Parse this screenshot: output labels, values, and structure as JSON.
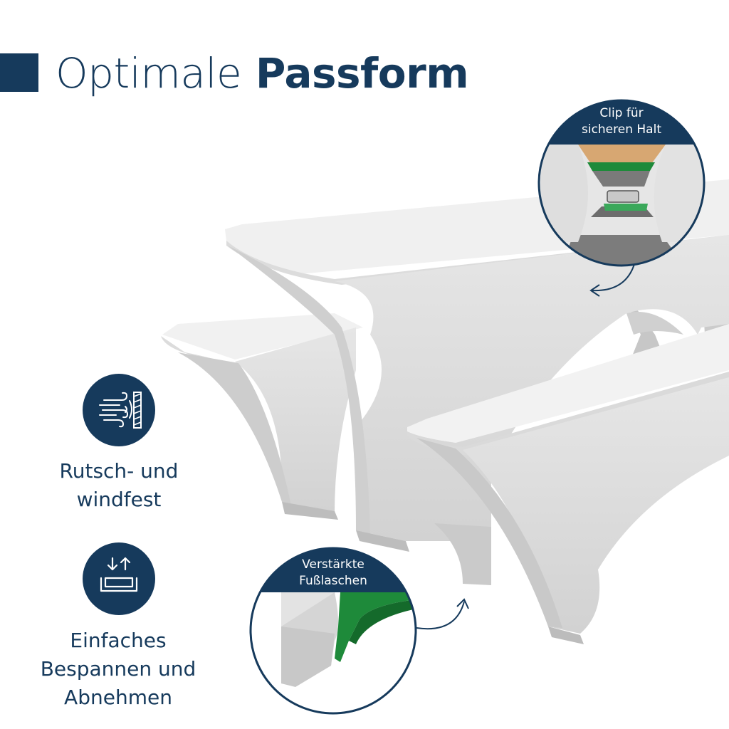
{
  "header": {
    "title_light": "Optimale",
    "title_bold": "Passform"
  },
  "features": [
    {
      "icon": "wind-shield-icon",
      "label_line1": "Rutsch- und",
      "label_line2": "windfest"
    },
    {
      "icon": "cover-install-icon",
      "label_line1": "Einfaches",
      "label_line2": "Bespannen und",
      "label_line3": "Abnehmen"
    }
  ],
  "callouts": {
    "clip": {
      "line1": "Clip für",
      "line2": "sicheren Halt"
    },
    "foot": {
      "line1": "Verstärkte",
      "line2": "Fußlaschen"
    }
  },
  "colors": {
    "brand_navy": "#163a5c",
    "cover_white": "#ebebeb",
    "accent_green": "#1e8a3a",
    "wood": "#d7a772"
  }
}
